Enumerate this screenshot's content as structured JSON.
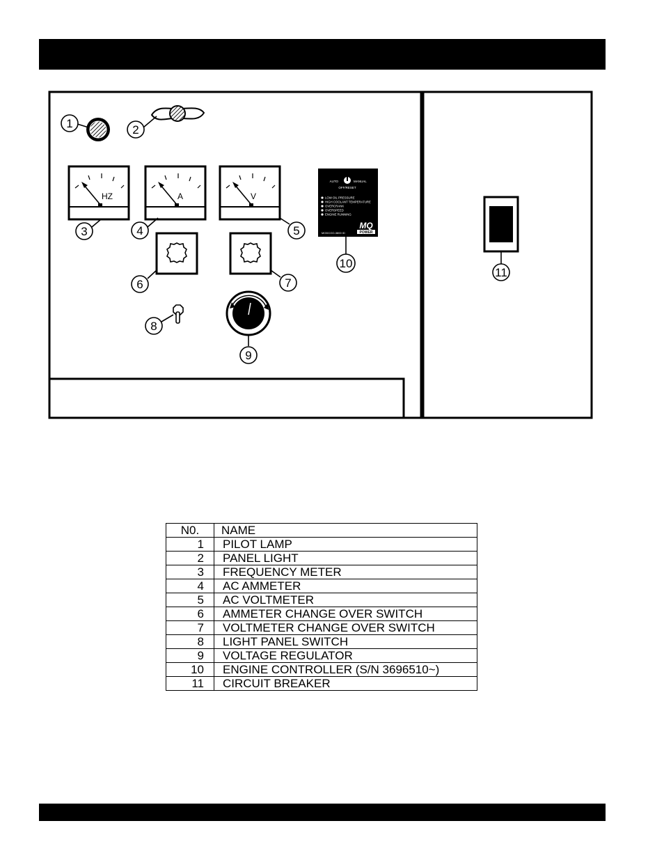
{
  "callouts": [
    "1",
    "2",
    "3",
    "4",
    "5",
    "6",
    "7",
    "8",
    "9",
    "10",
    "11"
  ],
  "meters": {
    "frequency": "HZ",
    "ammeter": "A",
    "voltmeter": "V"
  },
  "engine_controller": {
    "mode_left": "AUTO",
    "mode_right": "MANUAL",
    "mode_bottom": "OFF/RESET",
    "indicators": [
      "LOW OIL PRESSURE",
      "HIGH COOLANT TEMPERATURE",
      "OVERCRANK",
      "OVERSPEED",
      "ENGINE RUNNING"
    ],
    "model": "MODCOO-3800 ID",
    "logo": "MQ",
    "logo_sub": "POWER"
  },
  "legend": {
    "header_no": "N0.",
    "header_name": "NAME",
    "rows": [
      {
        "no": "1",
        "name": "PILOT LAMP"
      },
      {
        "no": "2",
        "name": "PANEL LIGHT"
      },
      {
        "no": "3",
        "name": "FREQUENCY METER"
      },
      {
        "no": "4",
        "name": "AC AMMETER"
      },
      {
        "no": "5",
        "name": "AC VOLTMETER"
      },
      {
        "no": "6",
        "name": "AMMETER CHANGE OVER SWITCH"
      },
      {
        "no": "7",
        "name": "VOLTMETER CHANGE OVER SWITCH"
      },
      {
        "no": "8",
        "name": "LIGHT PANEL SWITCH"
      },
      {
        "no": "9",
        "name": "VOLTAGE REGULATOR"
      },
      {
        "no": "10",
        "name": "ENGINE CONTROLLER (S/N 3696510~)"
      },
      {
        "no": "11",
        "name": "CIRCUIT BREAKER"
      }
    ]
  }
}
